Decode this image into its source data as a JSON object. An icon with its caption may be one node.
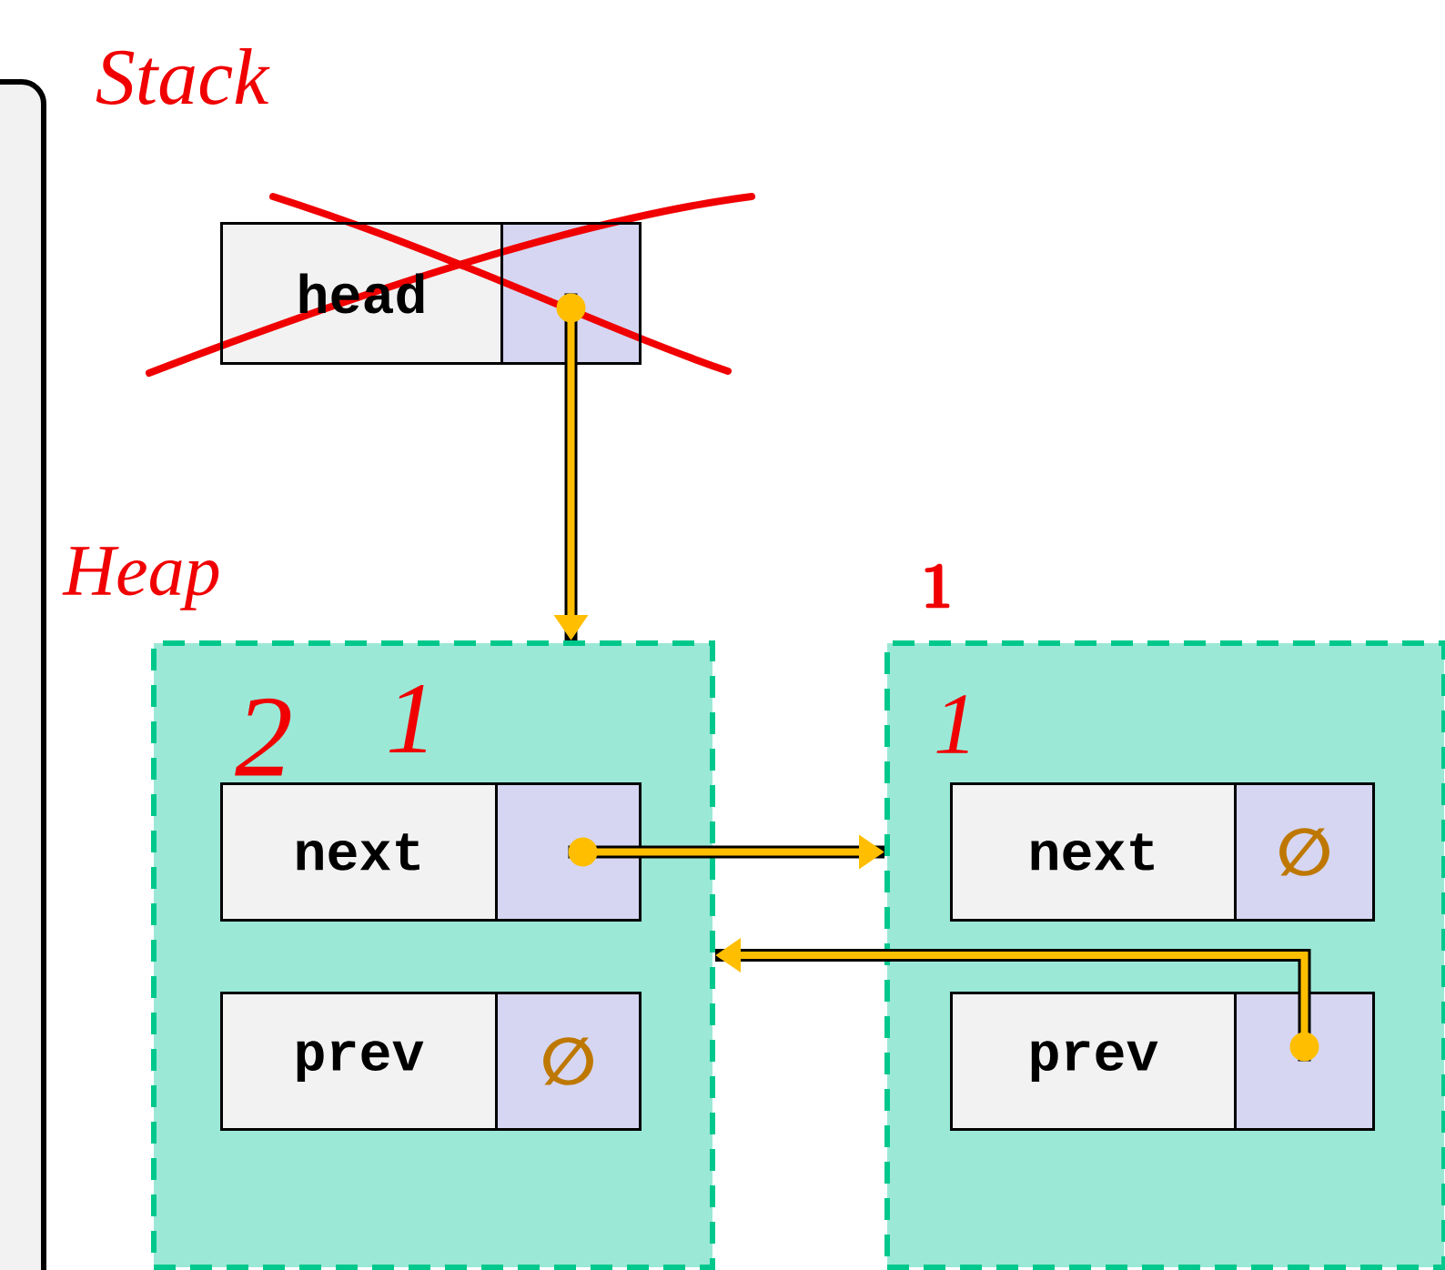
{
  "diagram": {
    "nodes": [
      {
        "text": [
          "head"
        ]
      },
      {
        "text": [],
        "shape": "box"
      },
      {
        "text": [],
        "shape": "box"
      },
      {
        "text": [
          "next"
        ],
        "in": 2
      },
      {
        "text": [],
        "shape": "box",
        "in": 2
      },
      {
        "text": [
          "prev"
        ],
        "in": 2
      },
      {
        "text": [
          "∅"
        ],
        "in": 2
      },
      {
        "text": [],
        "shape": "box"
      },
      {
        "text": [
          "next"
        ],
        "in": 7
      },
      {
        "text": [
          "∅"
        ],
        "in": 7
      },
      {
        "text": [
          "prev"
        ],
        "in": 7
      },
      {
        "text": [],
        "shape": "box",
        "in": 7
      }
    ],
    "edges": [
      {
        "from": 1,
        "to": 2,
        "arrow": "to"
      },
      {
        "from": 4,
        "to": 7,
        "arrow": "to"
      },
      {
        "from": 11,
        "to": 2,
        "arrow": "to"
      }
    ],
    "labels": [
      "Stack",
      "Heap",
      "1",
      "2",
      "1",
      "1"
    ]
  }
}
